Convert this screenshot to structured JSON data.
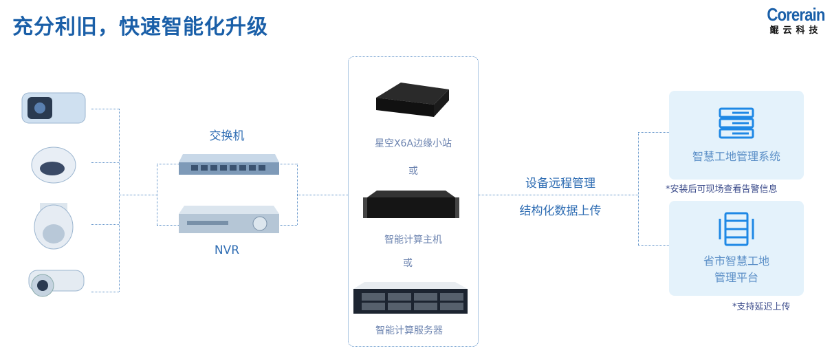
{
  "header": {
    "title": "充分利旧，快速智能化升级",
    "logo_en": "Corerain",
    "logo_cn": "鲲云科技"
  },
  "left": {
    "switch_label": "交换机",
    "nvr_label": "NVR"
  },
  "devices": {
    "edge_station": "星空X6A边缘小站",
    "or1": "或",
    "host": "智能计算主机",
    "or2": "或",
    "server": "智能计算服务器"
  },
  "middle": {
    "line1": "设备远程管理",
    "line2": "结构化数据上传"
  },
  "right": {
    "panel1": "智慧工地管理系统",
    "note1": "*安装后可现场查看告警信息",
    "panel2_line1": "省市智慧工地",
    "panel2_line2": "管理平台",
    "note2": "*支持延迟上传"
  },
  "colors": {
    "accent": "#1a5fa8",
    "panel_bg": "#e4f2fb",
    "line": "#5b8fc7"
  }
}
